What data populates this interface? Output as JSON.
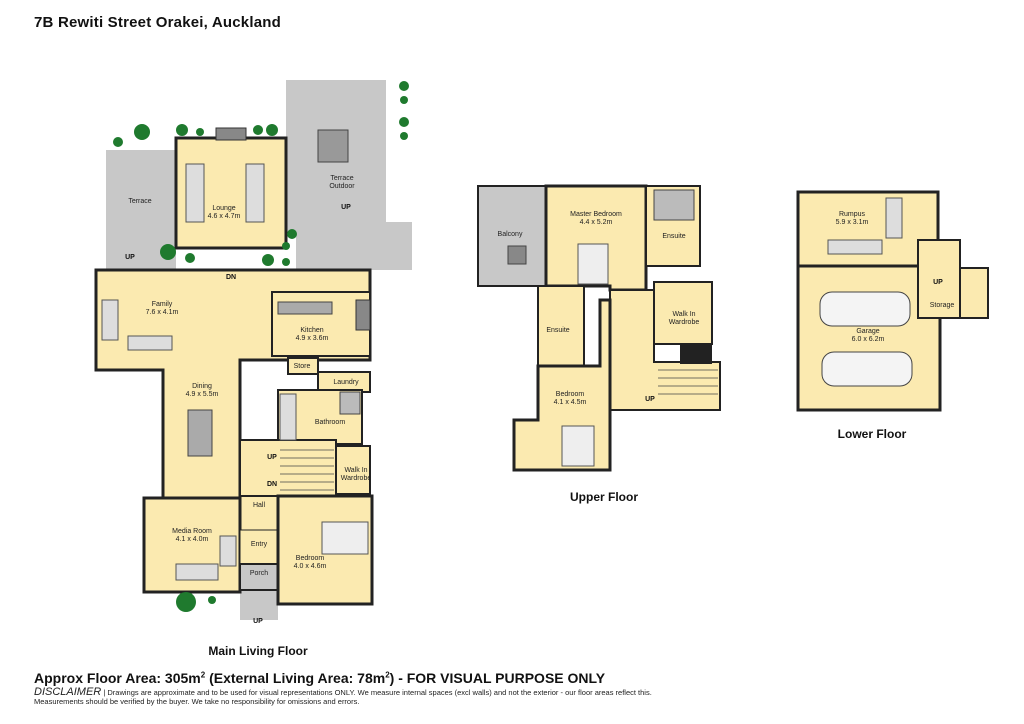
{
  "title": "7B Rewiti Street Orakei, Auckland",
  "area_prefix": "Approx Floor Area: 305m",
  "area_mid": " (External Living Area: 78m",
  "area_suffix": ") - FOR VISUAL PURPOSE ONLY",
  "area_sup": "2",
  "disclaimer_heading": "DISCLAIMER",
  "disclaimer_line1": " | Drawings are approximate and to be used for visual representations ONLY. We measure internal spaces (excl walls) and not the exterior - our floor areas reflect this.",
  "disclaimer_line2": "Measurements should be verified by the buyer. We take no responsibility for omissions and errors.",
  "colors": {
    "room": "#fbeab0",
    "outdoor": "#c8c8c8",
    "wall": "#222222",
    "plant": "#1f7a2e"
  },
  "floors": {
    "main": {
      "label": "Main Living Floor",
      "rooms": {
        "terrace_left": {
          "name": "Terrace"
        },
        "lounge": {
          "name": "Lounge",
          "dim": "4.6 x 4.7m"
        },
        "terrace_outdoor": {
          "name": "Terrace",
          "name2": "Outdoor"
        },
        "family": {
          "name": "Family",
          "dim": "7.6 x 4.1m"
        },
        "kitchen": {
          "name": "Kitchen",
          "dim": "4.9 x 3.6m"
        },
        "store": {
          "name": "Store"
        },
        "laundry": {
          "name": "Laundry"
        },
        "dining": {
          "name": "Dining",
          "dim": "4.9 x 5.5m"
        },
        "bathroom": {
          "name": "Bathroom"
        },
        "walk_in": {
          "name": "Walk In",
          "name2": "Wardrobe"
        },
        "hall": {
          "name": "Hall"
        },
        "media": {
          "name": "Media Room",
          "dim": "4.1 x 4.0m"
        },
        "entry": {
          "name": "Entry"
        },
        "porch": {
          "name": "Porch"
        },
        "bedroom": {
          "name": "Bedroom",
          "dim": "4.0 x 4.6m"
        }
      },
      "markers": {
        "up": "UP",
        "dn": "DN"
      }
    },
    "upper": {
      "label": "Upper  Floor",
      "rooms": {
        "balcony": {
          "name": "Balcony"
        },
        "master": {
          "name": "Master Bedroom",
          "dim": "4.4 x 5.2m"
        },
        "ensuite1": {
          "name": "Ensuite"
        },
        "ensuite2": {
          "name": "Ensuite"
        },
        "walk_in": {
          "name": "Walk In",
          "name2": "Wardrobe"
        },
        "bedroom": {
          "name": "Bedroom",
          "dim": "4.1 x 4.5m"
        }
      },
      "markers": {
        "up": "UP"
      }
    },
    "lower": {
      "label": "Lower Floor",
      "rooms": {
        "rumpus": {
          "name": "Rumpus",
          "dim": "5.9 x 3.1m"
        },
        "garage": {
          "name": "Garage",
          "dim": "6.0 x 6.2m"
        },
        "storage": {
          "name": "Storage"
        }
      },
      "markers": {
        "up": "UP"
      }
    }
  }
}
